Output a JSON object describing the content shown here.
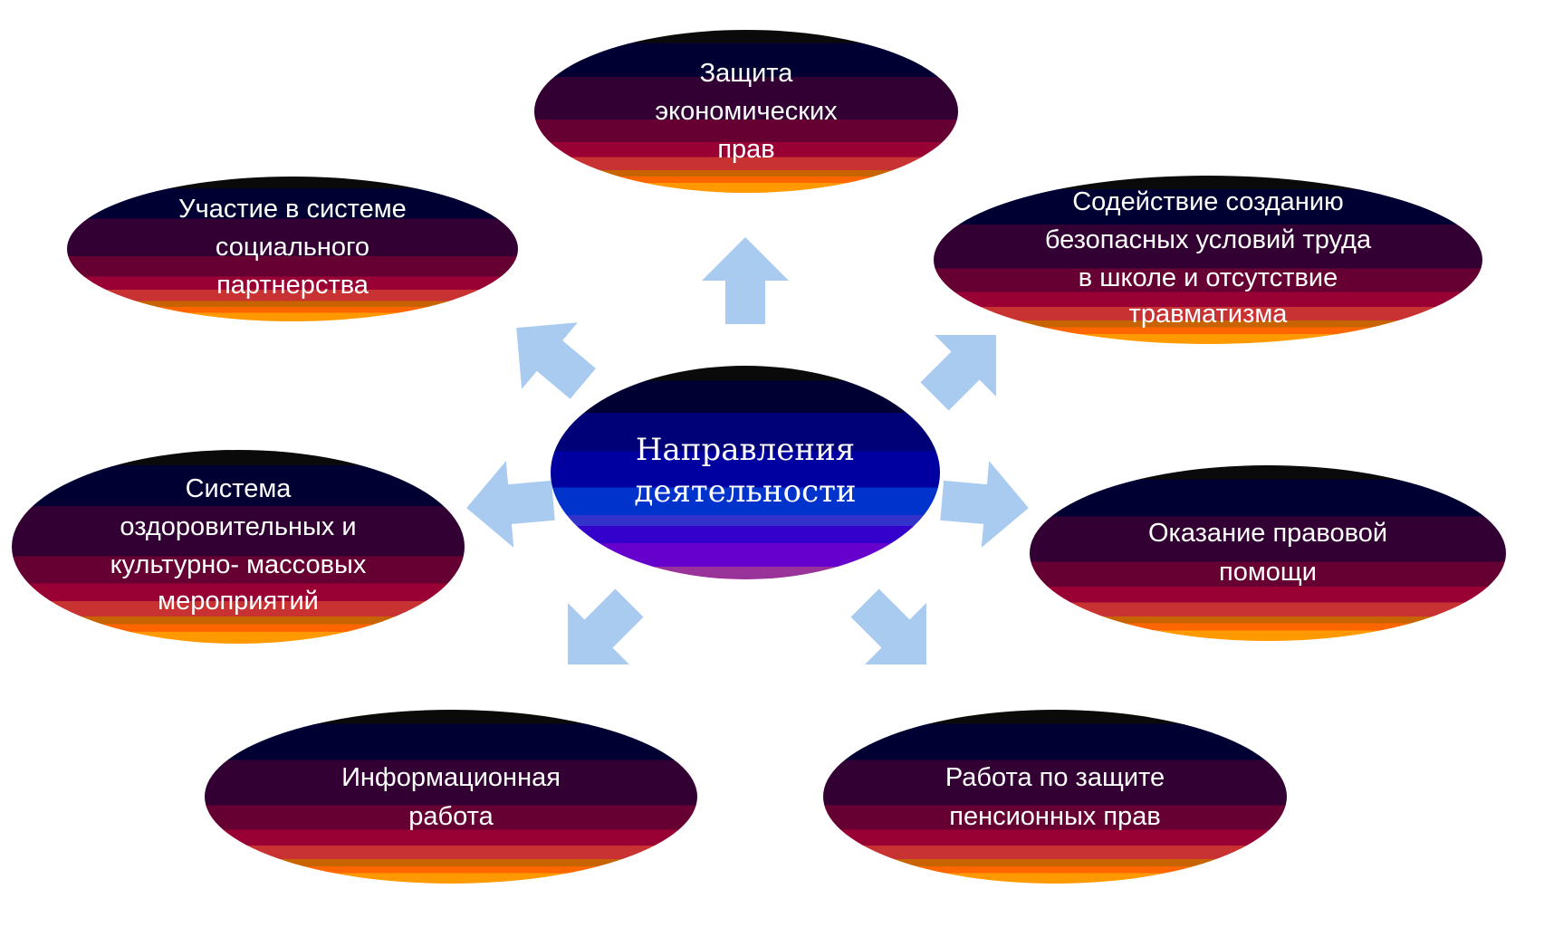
{
  "center": {
    "lines": [
      "Направления",
      "деятельности"
    ]
  },
  "nodes": [
    {
      "id": "top",
      "lines": [
        "Защита",
        "экономических",
        "прав"
      ]
    },
    {
      "id": "top-left",
      "lines": [
        "Участие в системе",
        "социального",
        "партнерства"
      ]
    },
    {
      "id": "top-right",
      "lines": [
        "Содействие созданию",
        "безопасных условий труда",
        "в школе и отсутствие",
        "травматизма"
      ]
    },
    {
      "id": "mid-left",
      "lines": [
        "Система",
        "оздоровительных и",
        "культурно- массовых",
        "мероприятий"
      ]
    },
    {
      "id": "mid-right",
      "lines": [
        "Оказание правовой",
        "помощи"
      ]
    },
    {
      "id": "bottom-left",
      "lines": [
        "Информационная",
        "работа"
      ]
    },
    {
      "id": "bottom-right",
      "lines": [
        "Работа по защите",
        "пенсионных прав"
      ]
    }
  ],
  "colors": {
    "arrow": "#a9cbf0",
    "text": "#ffffff"
  }
}
